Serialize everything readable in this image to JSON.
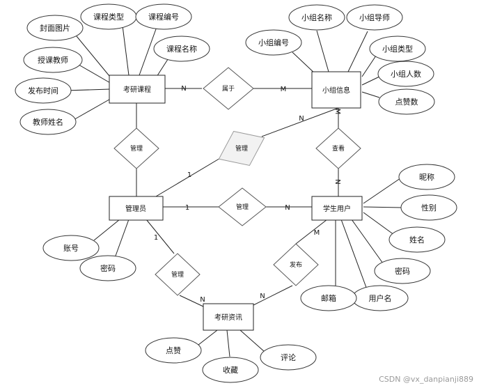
{
  "entities": {
    "course": "考研课程",
    "group": "小组信息",
    "admin": "管理员",
    "student": "学生用户",
    "news": "考研资讯"
  },
  "relationships": {
    "belongs": "属于",
    "manage_course": "管理",
    "manage_group": "管理",
    "view": "查看",
    "manage_student": "管理",
    "manage_news": "管理",
    "publish": "发布"
  },
  "attributes": {
    "course": [
      "封面图片",
      "课程类型",
      "课程编号",
      "课程名称",
      "授课教师",
      "发布时间",
      "教师姓名"
    ],
    "group": [
      "小组名称",
      "小组导师",
      "小组编号",
      "小组类型",
      "小组人数",
      "点赞数"
    ],
    "student": [
      "昵称",
      "性别",
      "姓名",
      "密码",
      "用户名",
      "邮箱"
    ],
    "admin": [
      "账号",
      "密码"
    ],
    "news": [
      "点赞",
      "收藏",
      "评论"
    ]
  },
  "cardinalities": {
    "course_belongs": "N",
    "group_belongs": "M",
    "group_admin_rel": "N",
    "admin_group_rel": "1",
    "group_view": "M",
    "student_view": "N",
    "admin_student": "1",
    "student_admin": "N",
    "admin_news": "1",
    "news_admin": "N",
    "news_publish": "N",
    "student_publish": "M"
  },
  "watermark": "CSDN @vx_danpianji889"
}
